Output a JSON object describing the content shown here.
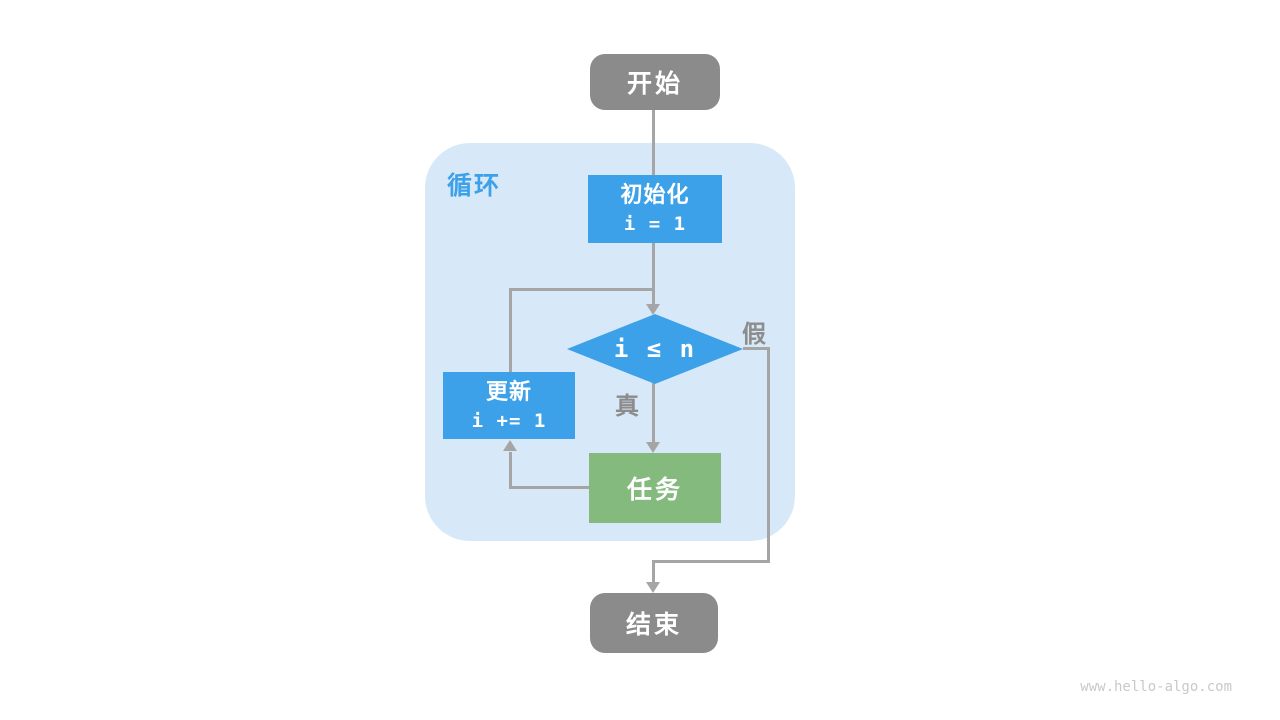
{
  "flowchart": {
    "container": {
      "label": "循环"
    },
    "nodes": {
      "start": {
        "label": "开始"
      },
      "init": {
        "label": "初始化",
        "code": "i = 1"
      },
      "condition": {
        "label": "i ≤ n"
      },
      "update": {
        "label": "更新",
        "code": "i += 1"
      },
      "task": {
        "label": "任务"
      },
      "end": {
        "label": "结束"
      }
    },
    "edge_labels": {
      "true_branch": "真",
      "false_branch": "假"
    },
    "watermark": "www.hello-algo.com",
    "colors": {
      "accent": "#3CA1E8",
      "task": "#84BA7E",
      "terminal": "#8B8B8B",
      "container": "#D7E9F8",
      "line": "#A5A5A5",
      "label": "#8C8C8C",
      "watermark": "#C9C9C9"
    }
  }
}
